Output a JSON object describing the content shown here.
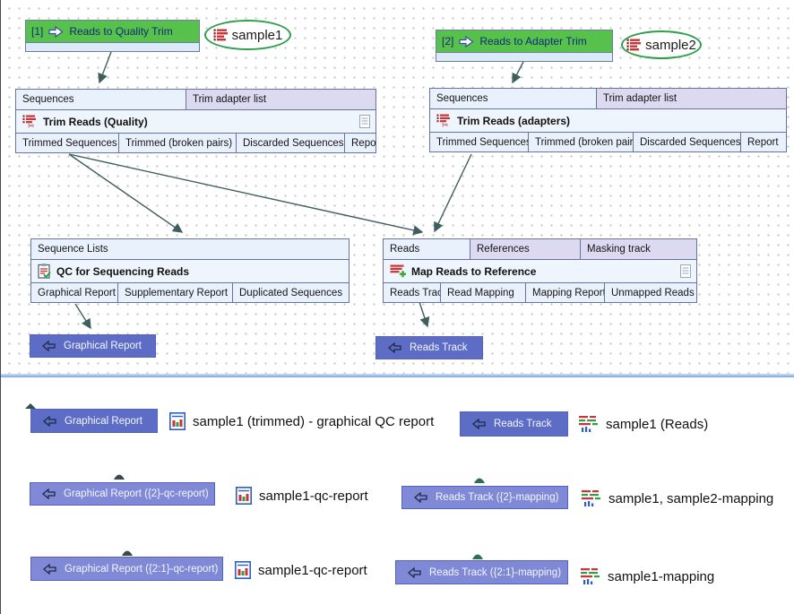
{
  "canvas": {
    "source_boxes": [
      {
        "index": "[1]",
        "label": "Reads to Quality Trim"
      },
      {
        "index": "[2]",
        "label": "Reads to Adapter Trim"
      }
    ],
    "sample_ovals": [
      {
        "label": "sample1"
      },
      {
        "label": "sample2"
      }
    ],
    "nodes": [
      {
        "title": "Trim Reads (Quality)",
        "inputs": [
          "Sequences",
          "Trim adapter list"
        ],
        "outputs": [
          "Trimmed Sequences",
          "Trimmed (broken pairs)",
          "Discarded Sequences",
          "Report"
        ]
      },
      {
        "title": "Trim Reads (adapters)",
        "inputs": [
          "Sequences",
          "Trim adapter list"
        ],
        "outputs": [
          "Trimmed Sequences",
          "Trimmed (broken pairs)",
          "Discarded Sequences",
          "Report"
        ]
      },
      {
        "title": "QC for Sequencing Reads",
        "inputs": [
          "Sequence Lists"
        ],
        "outputs": [
          "Graphical Report",
          "Supplementary Report",
          "Duplicated Sequences"
        ]
      },
      {
        "title": "Map Reads to Reference",
        "inputs": [
          "Reads",
          "References",
          "Masking track"
        ],
        "outputs": [
          "Reads Track",
          "Read Mapping",
          "Mapping Report",
          "Unmapped Reads"
        ]
      }
    ],
    "workflow_outputs": [
      {
        "label": "Graphical Report"
      },
      {
        "label": "Reads Track"
      }
    ]
  },
  "results": {
    "rows": [
      {
        "left": {
          "button": "Graphical Report",
          "file": "sample1 (trimmed) - graphical QC report"
        },
        "right": {
          "button": "Reads Track",
          "file": "sample1 (Reads)"
        }
      },
      {
        "left": {
          "button": "Graphical Report ({2}-qc-report)",
          "file": "sample1-qc-report"
        },
        "right": {
          "button": "Reads Track ({2}-mapping)",
          "file": "sample1, sample2-mapping"
        }
      },
      {
        "left": {
          "button": "Graphical Report ({2:1}-qc-report)",
          "file": "sample1-qc-report"
        },
        "right": {
          "button": "Reads Track ({2:1}-mapping)",
          "file": "sample1-mapping"
        }
      }
    ]
  },
  "colors": {
    "button_blue": "#5d6cc4",
    "button_light": "#8089d6",
    "source_green": "#56c24b",
    "oval_green": "#2f9e4d",
    "node_border": "#64749c",
    "input_blue": "#e9f2fc",
    "input_lavender": "#dcd9f1",
    "arrow": "#3e5f5e",
    "divider_blue": "#74a3e6"
  }
}
